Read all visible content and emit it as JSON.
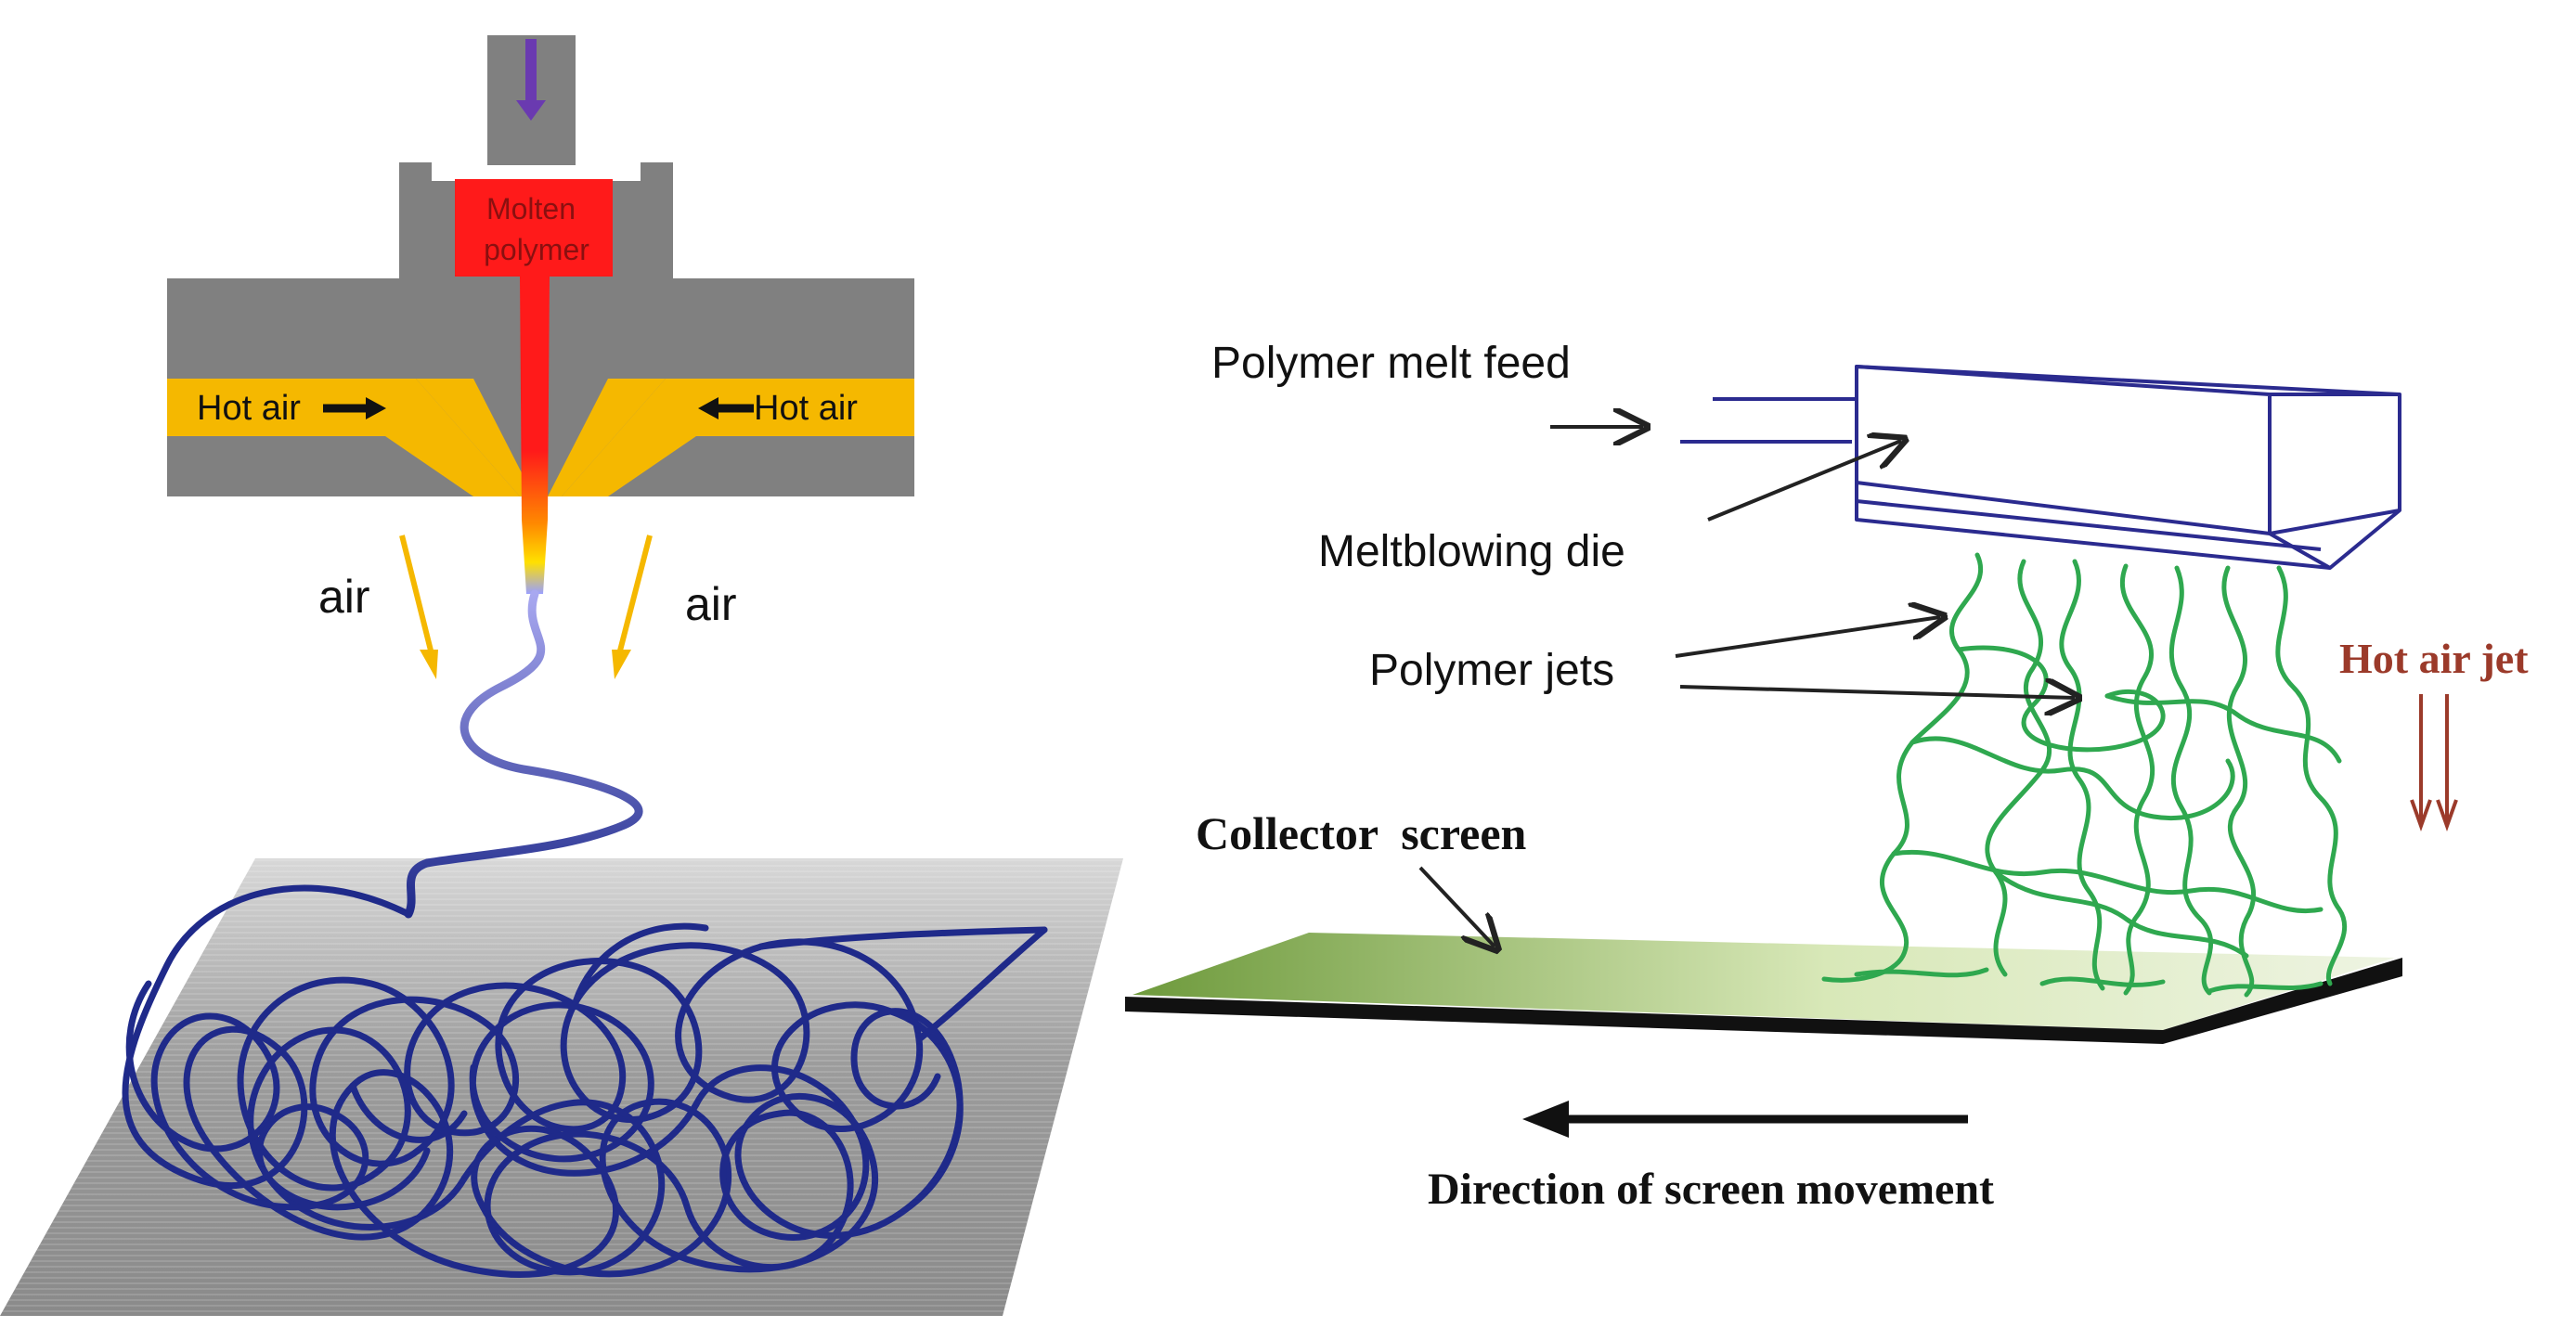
{
  "left_panel": {
    "die_label_line1": "Molten",
    "die_label_line2": "polymer",
    "hot_air_left": "Hot air",
    "hot_air_right": "Hot air",
    "air_left": "air",
    "air_right": "air"
  },
  "right_panel": {
    "polymer_melt_feed": "Polymer melt feed",
    "meltblowing_die": "Meltblowing die",
    "polymer_jets": "Polymer jets",
    "hot_air_jet": "Hot air jet",
    "collector_screen": "Collector  screen",
    "direction_of_screen_movement": "Direction of screen movement"
  },
  "colors": {
    "die_body": "#808080",
    "hot_air_channel": "#f5b800",
    "molten_polymer": "#ff1a1a",
    "air_arrow": "#f5b800",
    "fiber_web": "#1f2a8a",
    "die_outline": "#2b2b8f",
    "polymer_jets": "#2fa84f",
    "hot_air_jet": "#9b3a2a",
    "collector_screen": "#b8d48c"
  }
}
